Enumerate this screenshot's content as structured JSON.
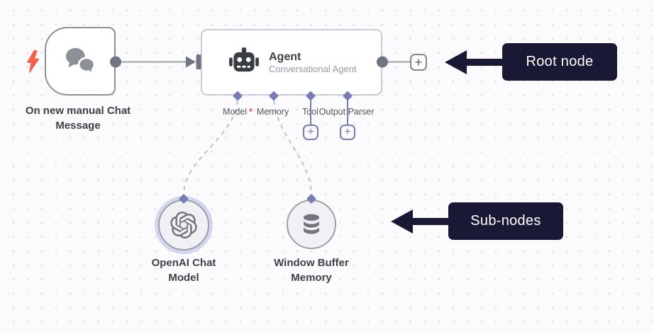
{
  "workflow": {
    "trigger_node": {
      "label": "On new manual Chat Message"
    },
    "agent_node": {
      "title": "Agent",
      "subtitle": "Conversational Agent"
    },
    "agent_ports": [
      {
        "label": "Model",
        "required_mark": "*"
      },
      {
        "label": "Memory",
        "required_mark": ""
      },
      {
        "label": "Tool",
        "required_mark": ""
      },
      {
        "label": "Output Parser",
        "required_mark": ""
      }
    ],
    "sub_nodes": [
      {
        "label": "OpenAI Chat Model",
        "icon": "openai-logo",
        "highlighted": true
      },
      {
        "label": "Window Buffer Memory",
        "icon": "database",
        "highlighted": false
      }
    ]
  },
  "annotations": {
    "root": {
      "label": "Root node"
    },
    "sub": {
      "label": "Sub-nodes"
    }
  },
  "symbols": {
    "plus": "+"
  },
  "icons": {
    "trigger": "lightning-bolt",
    "trigger_node": "chat-bubbles",
    "agent_node": "robot",
    "sub_node_model": "openai-logo",
    "sub_node_memory": "database",
    "add_button": "plus",
    "annotation_pointer": "arrow-left"
  },
  "colors": {
    "canvas_bg": "#fbfbfd",
    "canvas_dots": "#dfdfe6",
    "trigger_border": "#8b9099",
    "agent_border": "#c9ccd6",
    "connector_gray": "#6f7581",
    "edge_gray": "#9aa0a8",
    "dashed_edge": "#bcc0c9",
    "port_accent": "#777cb4",
    "annotation_bg": "#191936",
    "annotation_text": "#ffffff",
    "required_red": "#ea4f4f",
    "trigger_bolt": "#f4604e",
    "text_dark": "#3d4148",
    "text_muted": "#9499a3",
    "icon_gray": "#70757e",
    "subnode_halo": "#d3d6ee"
  }
}
